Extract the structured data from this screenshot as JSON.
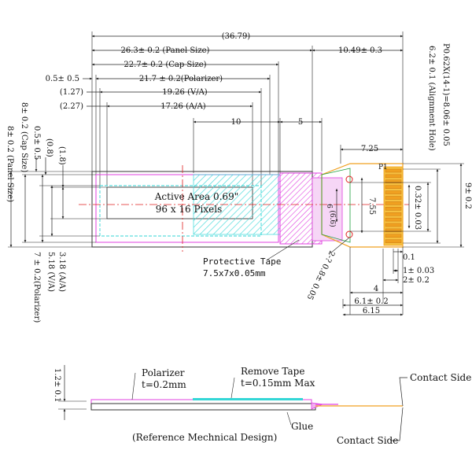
{
  "colors": {
    "pink": "#e040e0",
    "cyan": "#33d6d6",
    "red": "#e02020",
    "orange": "#f0a020",
    "green": "#20a040",
    "blue": "#2060e0",
    "magenta_fill": "#e060e0"
  },
  "top_dims": {
    "overall": "(36.79)",
    "panel_size": "26.3± 0.2 (Panel Size)",
    "cap_size": "22.7± 0.2 (Cap Size)",
    "polarizer": "21.7 ± 0.2(Polarizer)",
    "offset_05": "0.5± 0.5",
    "va_offset": "(1.27)",
    "va": "19.26 (V/A)",
    "aa_offset": "(2.27)",
    "aa": "17.26 (A/A)",
    "ten": "10",
    "five": "5",
    "fpc_len": "10.49± 0.3"
  },
  "left_dims": {
    "panel_size": "8± 0.2 (Panel Size)",
    "cap_size": "8± 0.2 (Cap Size)",
    "half_mm": "0.5± 0.5",
    "paren_08": "(0.8)",
    "paren_18": "(1.8)",
    "aa": "3.18 (A/A)",
    "va": "5.18 (V/A)",
    "polarizer": "7 ± 0.2(Polarizer)"
  },
  "right_dims": {
    "pitch": "P0.62X(14-1)=8.06± 0.05",
    "align_hole": "6.2± 0.1 (Alignment Hole)",
    "height": "9± 0.2",
    "fpc_width": "7.25",
    "pin_w": "0.32± 0.03",
    "inner_755": "7.55",
    "inner_6": "6",
    "inner_66": "(6.6)",
    "hole_dia": "2-? 0.8± 0.05",
    "d01": "0.1",
    "d1": "1± 0.03",
    "d2": "2± 0.2",
    "d4": "4",
    "d61": "6.1± 0.2",
    "d615": "6.15",
    "p1": "P1"
  },
  "active_area": {
    "line1": "Active Area 0.69\"",
    "line2": "96 x 16 Pixels"
  },
  "protective_tape": {
    "line1": "Protective Tape",
    "line2": "7.5x7x0.05mm"
  },
  "side_view": {
    "thickness": "1.2± 0.1",
    "polarizer_label": "Polarizer",
    "polarizer_t": "t=0.2mm",
    "remove_tape_label": "Remove Tape",
    "remove_tape_t": "t=0.15mm Max",
    "glue": "Glue",
    "contact_side_right": "Contact Side",
    "contact_side_bottom": "Contact Side",
    "caption": "(Reference Mechnical Design)"
  }
}
